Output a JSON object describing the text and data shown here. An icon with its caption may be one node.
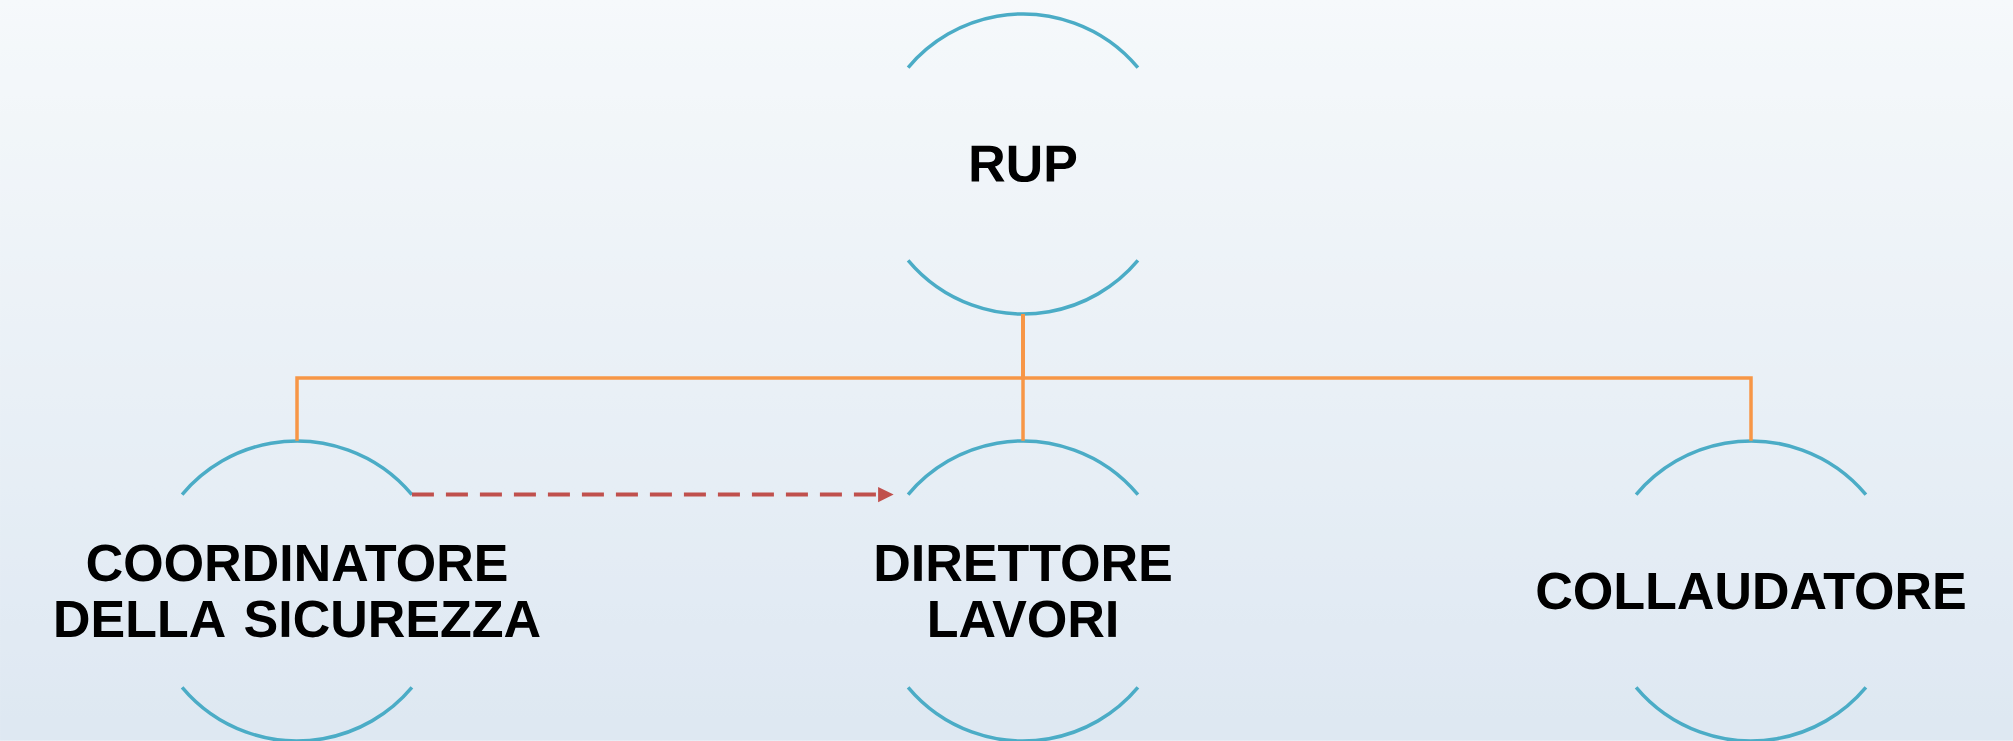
{
  "diagram": {
    "nodes": [
      {
        "text": [
          "RUP"
        ]
      },
      {
        "text": [
          "COORDINATORE DELLA SICUREZZA"
        ]
      },
      {
        "text": [
          "DIRETTORE LAVORI"
        ]
      },
      {
        "text": [
          "COLLAUDATORE"
        ]
      }
    ],
    "edges": [
      {
        "from": 0,
        "to": 1,
        "arrow": "none"
      },
      {
        "from": 0,
        "to": 2,
        "arrow": "none"
      },
      {
        "from": 0,
        "to": 3,
        "arrow": "none"
      },
      {
        "from": 1,
        "to": 2,
        "arrow": "to",
        "style": "dashed",
        "color": "#c0504d"
      }
    ]
  }
}
